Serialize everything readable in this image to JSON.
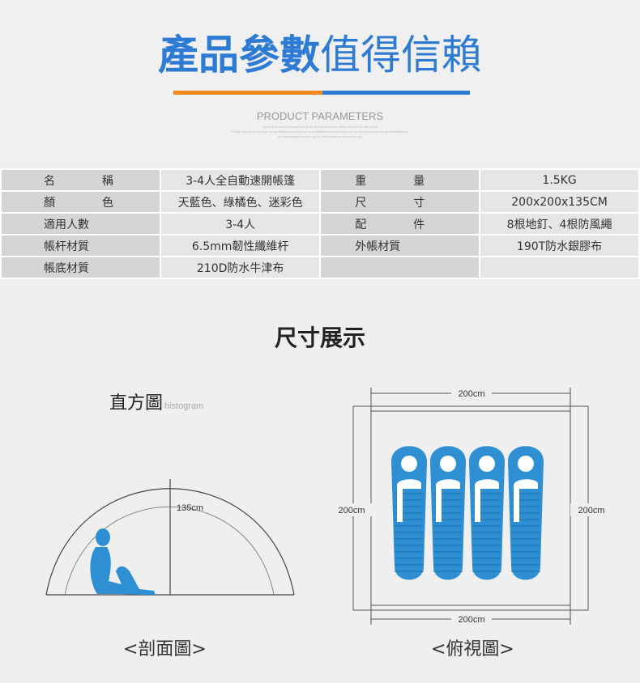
{
  "header": {
    "title_bold": "產品參數",
    "title_light": "值得信賴",
    "subtitle": "PRODUCT PARAMETERS",
    "fine_lines": [
      "blow-up ilo automaticpiece blow-up ilo automaticone piece blow-up ilo one piece",
      "Single one piece blow-up ilo automaticpiece blow-up ilo automaticone piece blow-up ilo one piece blow-up ilo automaticone",
      "ilo automaticpiece blow-up ilo automaticone piece blow-up"
    ]
  },
  "params": [
    {
      "label1": [
        "名",
        "稱"
      ],
      "value1": "3-4人全自動速開帳篷",
      "label2": [
        "重",
        "量"
      ],
      "value2": "1.5KG"
    },
    {
      "label1": [
        "顏",
        "色"
      ],
      "value1": "天藍色、綠橘色、迷彩色",
      "label2": [
        "尺",
        "寸"
      ],
      "value2": "200x200x135CM"
    },
    {
      "label1": [
        "適用人數"
      ],
      "value1": "3-4人",
      "label2": [
        "配",
        "件"
      ],
      "value2": "8根地釘、4根防風繩"
    },
    {
      "label1": [
        "帳杆材質"
      ],
      "value1": "6.5mm韌性纖維杆",
      "label2": [
        "外帳材質"
      ],
      "value2": "190T防水銀膠布"
    },
    {
      "label1": [
        "帳底材質"
      ],
      "value1": "210D防水牛津布",
      "label2": [],
      "value2": ""
    }
  ],
  "section": {
    "title": "尺寸展示",
    "histogram_label": "直方圖",
    "histogram_en": "histogram",
    "height_label": "135cm",
    "top_width_label": "200cm",
    "bottom_width_label": "200cm",
    "left_depth_label": "200cm",
    "right_depth_label": "200cm",
    "caption_left": "<剖面圖>",
    "caption_right": "<俯視圖>"
  },
  "colors": {
    "brand_blue": "#2d7bd4",
    "accent_orange": "#f48a1e",
    "sleeping_bag": "#2e8fd2",
    "person": "#2e8fd2"
  }
}
